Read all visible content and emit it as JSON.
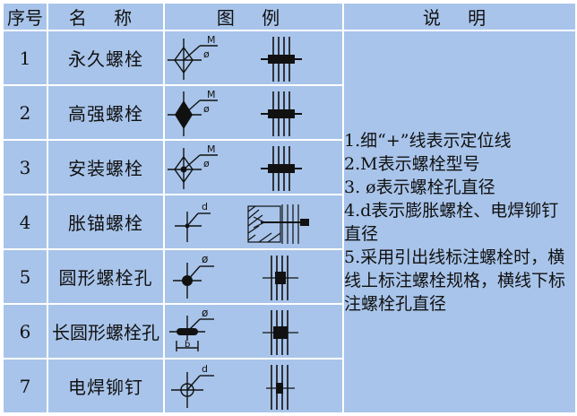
{
  "header": {
    "col_index": "序号",
    "col_name": "名 称",
    "col_legend": "图 例",
    "col_note": "说 明"
  },
  "rows": [
    {
      "index": "1",
      "name": "永久螺栓",
      "sym_label": "M",
      "sym_sub": "ø"
    },
    {
      "index": "2",
      "name": "高强螺栓",
      "sym_label": "M",
      "sym_sub": "ø"
    },
    {
      "index": "3",
      "name": "安装螺栓",
      "sym_label": "M",
      "sym_sub": "ø"
    },
    {
      "index": "4",
      "name": "胀锚螺栓",
      "sym_label": "d"
    },
    {
      "index": "5",
      "name": "圆形螺栓孔",
      "sym_label": "ø"
    },
    {
      "index": "6",
      "name": "长圆形螺栓孔",
      "sym_label": "ø",
      "sym_sub": "b"
    },
    {
      "index": "7",
      "name": "电焊铆钉",
      "sym_label": "d"
    }
  ],
  "notes": [
    "1.细“+”线表示定位线",
    "2.M表示螺栓型号",
    "3. ø表示螺栓孔直径",
    "4.d表示膨胀螺栓、电焊铆钉直径",
    "5.采用引出线标注螺栓时，横线上标注螺栓规格，横线下标注螺栓孔直径"
  ],
  "colors": {
    "table_bg": "#a8c4ea",
    "grid": "#ffffff",
    "ink": "#111111"
  }
}
